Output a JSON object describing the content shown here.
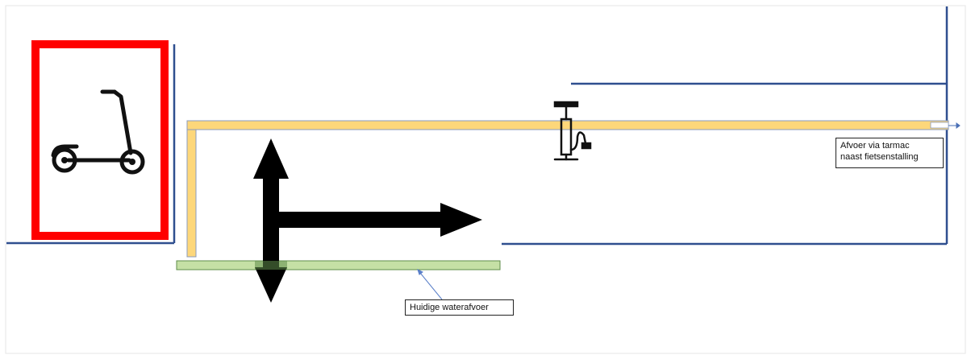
{
  "labels": {
    "afvoer_line1": "Afvoer via tarmac",
    "afvoer_line2": "naast fietsenstalling",
    "huidige": "Huidige waterafvoer"
  },
  "icons": {
    "scooter": "kick-scooter-icon",
    "pump": "bicycle-pump-icon"
  },
  "colors": {
    "wall": "#2f4f8f",
    "sign_border": "#ff0000",
    "gutter": "#fdd77a",
    "gutter_stroke": "#8a9bbd",
    "drain": "#c5e0a5",
    "drain_stroke": "#5f8c4a",
    "arrow": "#000000"
  }
}
